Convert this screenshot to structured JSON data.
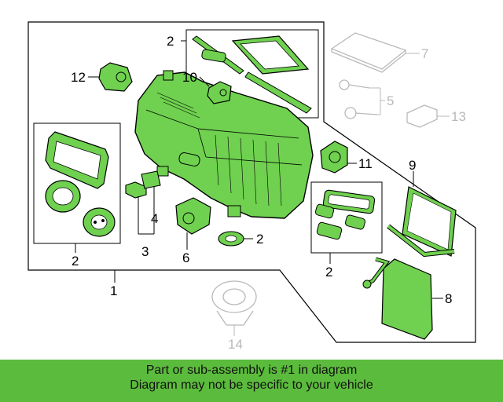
{
  "diagram": {
    "callouts": {
      "c1": "1",
      "c2_top": "2",
      "c2_left": "2",
      "c2_mid": "2",
      "c2_right": "2",
      "c3": "3",
      "c4": "4",
      "c5": "5",
      "c6": "6",
      "c7": "7",
      "c8": "8",
      "c9": "9",
      "c10": "10",
      "c11": "11",
      "c12": "12",
      "c13": "13",
      "c14": "14"
    },
    "colors": {
      "highlight": "#5bbb3c",
      "part_fill": "#6fd14f",
      "outline": "#000000",
      "inactive": "#b9b9b9"
    }
  },
  "banner": {
    "line1": "Part or sub-assembly is #1 in diagram",
    "line2": "Diagram may not be specific to your vehicle"
  }
}
